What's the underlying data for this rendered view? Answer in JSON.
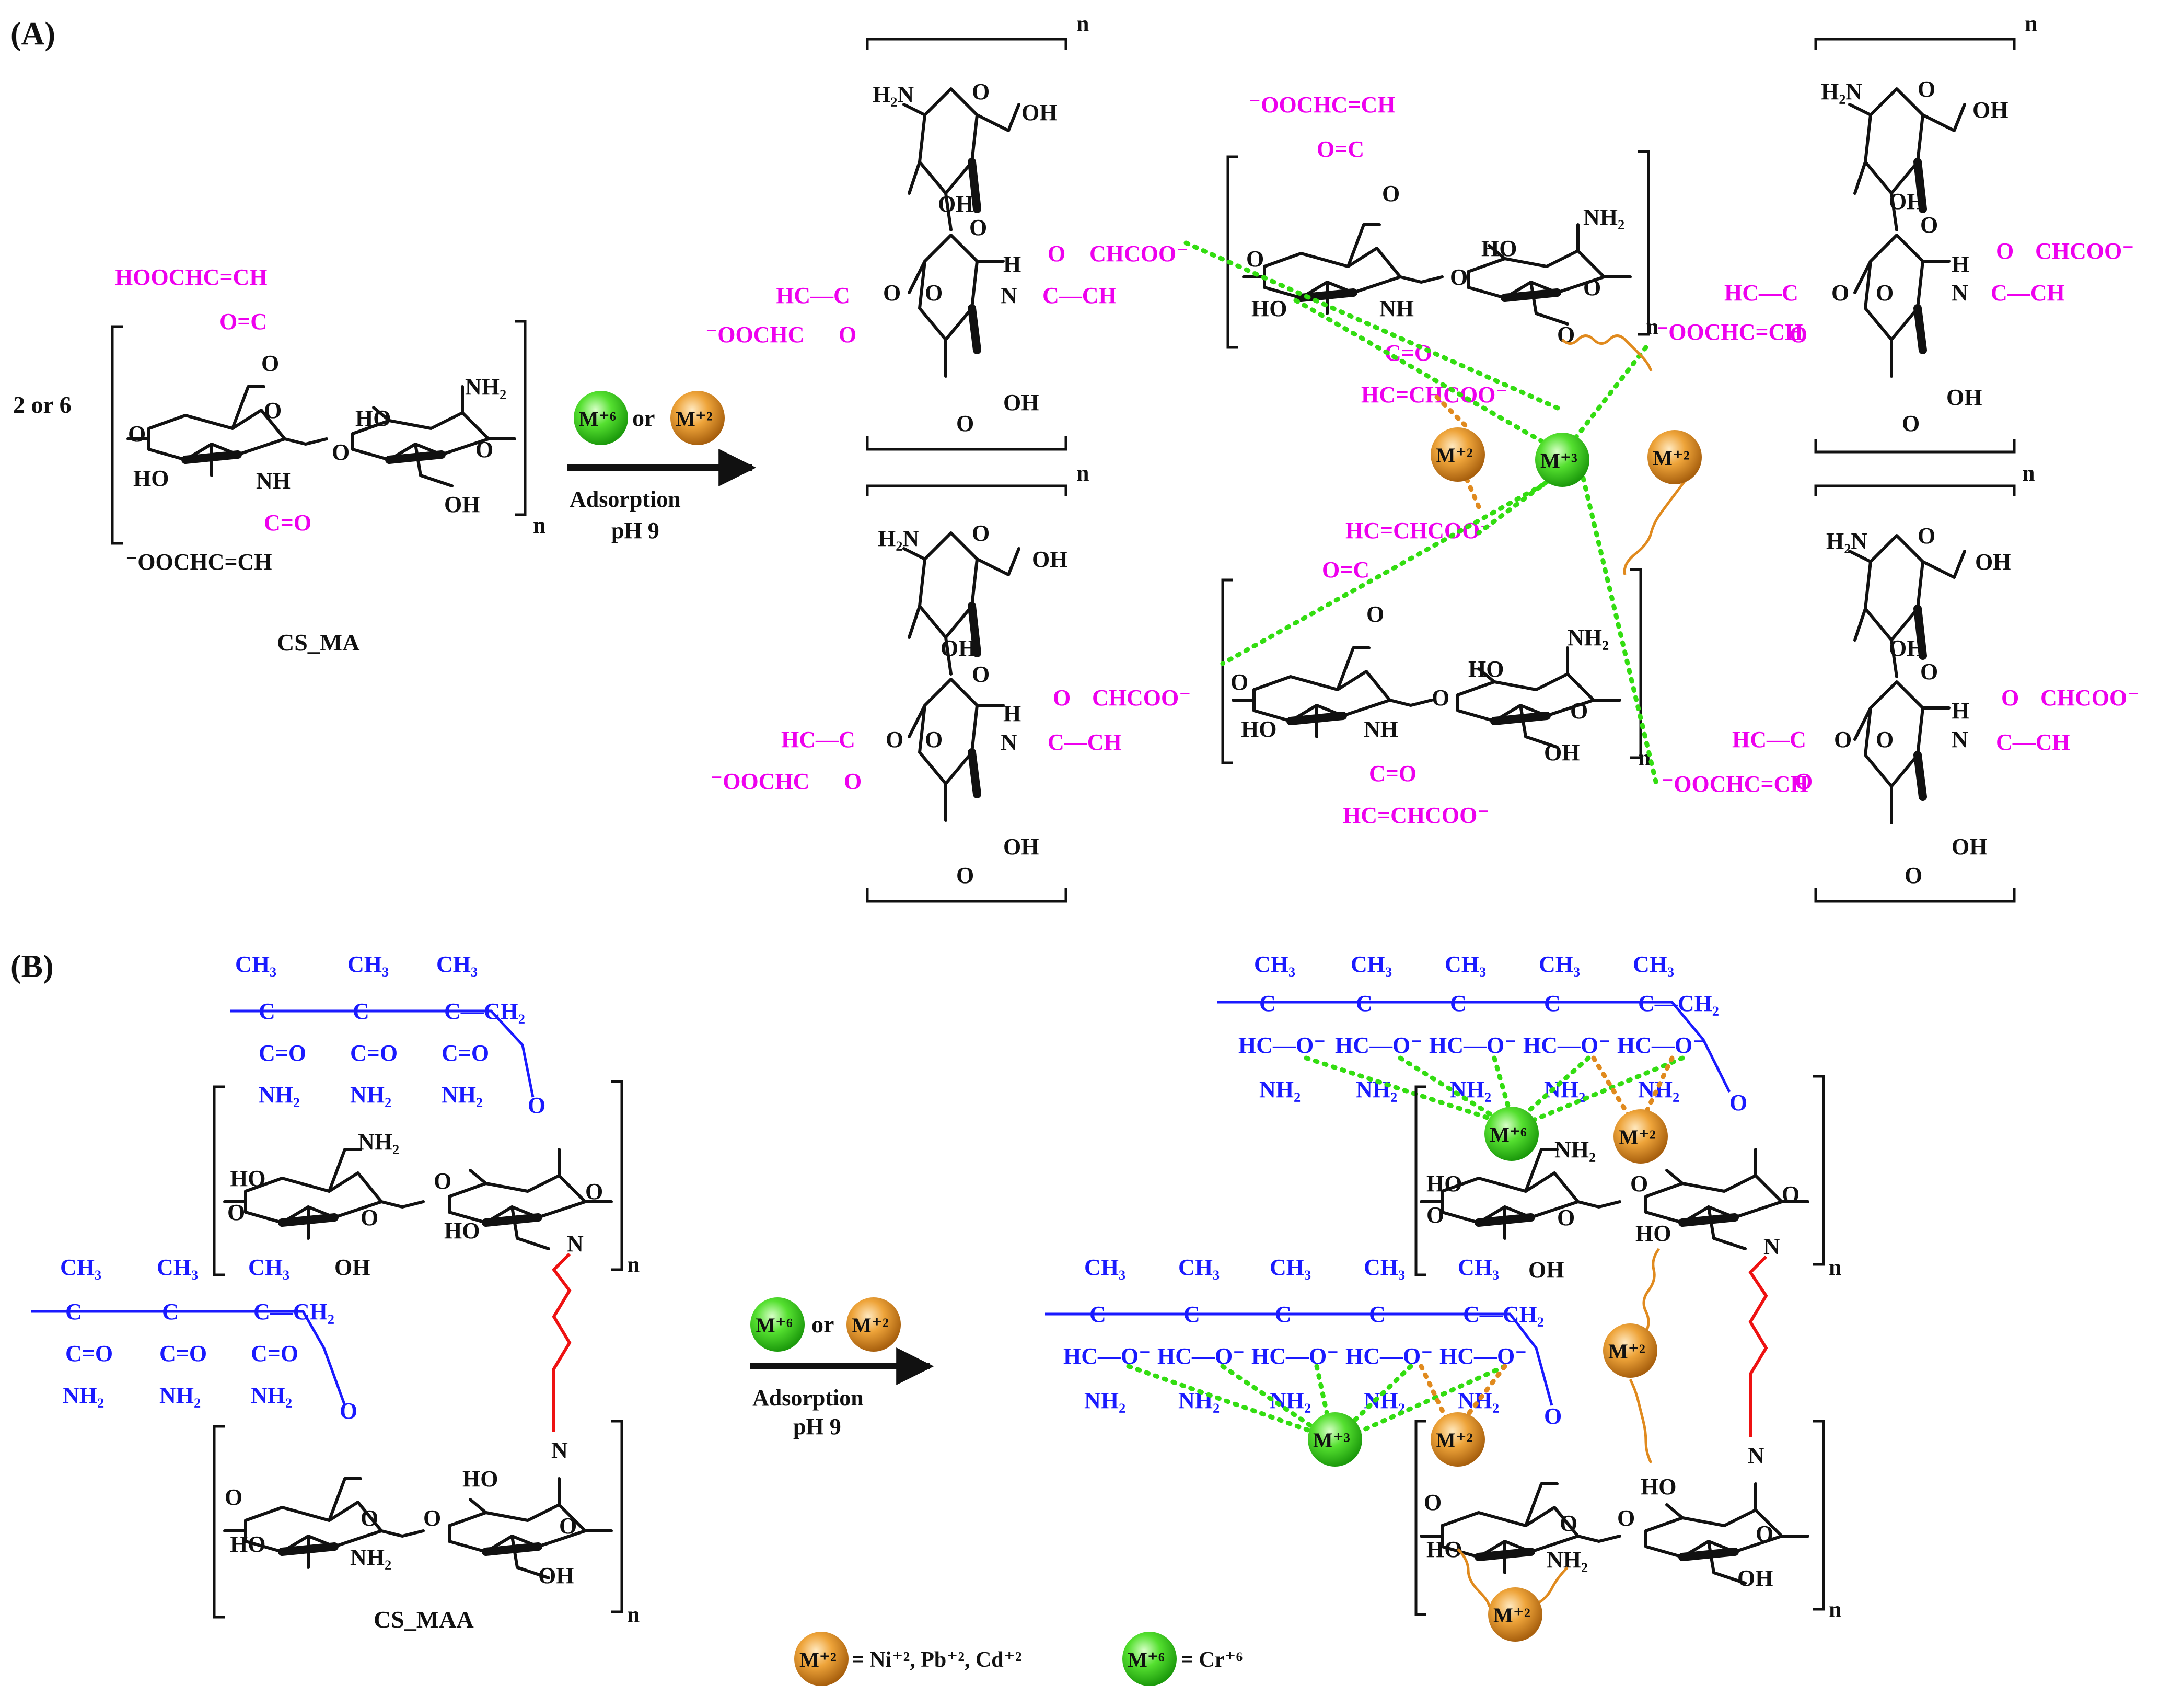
{
  "panels": {
    "a_label": "(A)",
    "b_label": "(B)"
  },
  "common": {
    "n": "n",
    "O": "O",
    "OH": "OH",
    "HO": "HO",
    "NH2": "NH₂",
    "H2N": "H₂N",
    "NH": "NH",
    "N": "N",
    "H": "H",
    "CH3": "CH₃",
    "C": "C",
    "CH2": "C—CH₂",
    "CO": "C=O",
    "HC": "HC"
  },
  "panel_a": {
    "ratio_label": "2 or 6",
    "reactant_name": "CS_MA",
    "ester_top": "HOOCHC=CH",
    "ester_co": "O=C",
    "amide_co": "C=O",
    "amide_ch": "⁻OOCHC=CH",
    "amide_ch_short": "HC=CHCOO⁻",
    "ester_anion": "⁻OOCHC=CH",
    "carboxylate": "CHCOO⁻",
    "ester_left_top": "HC—C",
    "ester_left_bottom": "⁻OOCHC",
    "ester_left_o": "O",
    "amide_right": "C—CH",
    "amide_right_o": "O",
    "ester_side": "⁻OOCHC",
    "hc_chcoo": "HC=CHCOO⁻",
    "o_eq_c": "O=C"
  },
  "panel_b": {
    "reactant_name": "CS_MAA",
    "enol": "HC—O⁻"
  },
  "reaction": {
    "metal6": "M⁺⁶",
    "metal2": "M⁺²",
    "metal3": "M⁺³",
    "or": "or",
    "condition_1": "Adsorption",
    "condition_2": "pH 9"
  },
  "legend": {
    "m2_symbol": "M⁺²",
    "m2_def": "= Ni⁺², Pb⁺², Cd⁺²",
    "m6_symbol": "M⁺⁶",
    "m6_def": "= Cr⁺⁶"
  },
  "colors": {
    "modifier_ma": "#ee00ee",
    "modifier_maa": "#1a1aff",
    "glutaraldehyde_linker": "#ee1111",
    "cr_ion": "#33dd11",
    "divalent_ion": "#e08a1e",
    "backbone": "#111111"
  },
  "icons": [
    "metal-ion-green-sphere",
    "metal-ion-orange-sphere",
    "reaction-arrow"
  ]
}
